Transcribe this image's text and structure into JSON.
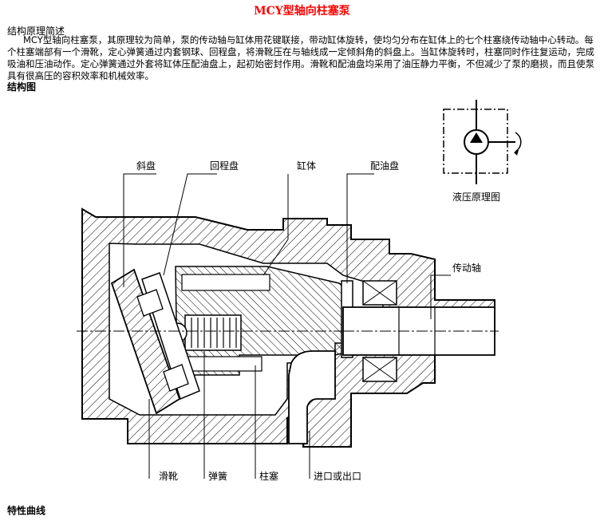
{
  "title": "MCY型轴向柱塞泵",
  "intro": {
    "heading": "结构原理简述",
    "body": "MCY型轴向柱塞泵，其原理较为简单，泵的传动轴与缸体用花键联接，带动缸体旋转，使均匀分布在缸体上的七个柱塞绕传动轴中心转动。每个柱塞端部有一个滑靴，定心弹簧通过内套钢球、回程盘，将滑靴压在与轴线成一定倾斜角的斜盘上。当缸体旋转时，柱塞同时作往复运动，完成吸油和压油动作。定心弹簧通过外套将缸体压配油盘上，起初始密封作用。滑靴和配油盘均采用了油压静力平衡，不但减少了泵的磨损，而且使泵具有很高压的容积效率和机械效率。"
  },
  "structure_heading": "结构图",
  "diagram": {
    "labels": {
      "swash_plate": "斜盘",
      "return_plate": "回程盘",
      "cylinder": "缸体",
      "valve_plate": "配油盘",
      "hydraulic_symbol": "液压原理图",
      "drive_shaft": "传动轴",
      "slipper": "滑靴",
      "spring": "弹簧",
      "piston": "柱塞",
      "port": "进口或出口"
    }
  },
  "curve_heading": "特性曲线"
}
